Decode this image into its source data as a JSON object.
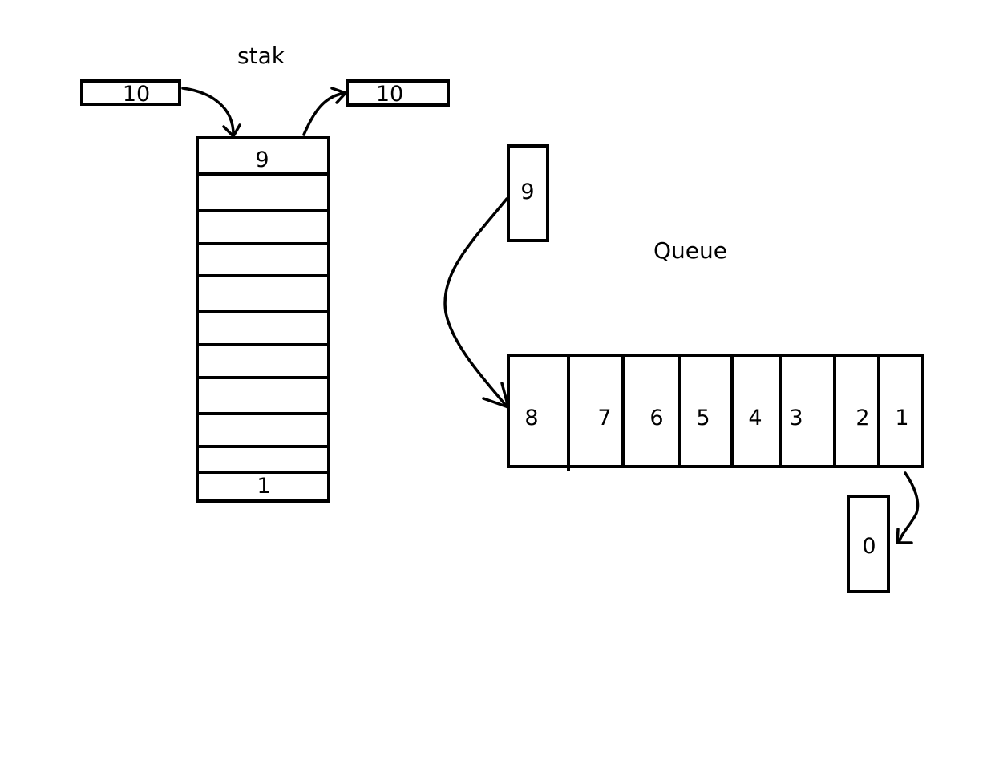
{
  "stack": {
    "title": "stak",
    "push_value": "10",
    "pop_value": "10",
    "top_cell": "9",
    "bottom_cell": "1"
  },
  "queue": {
    "title": "Queue",
    "enqueue_value": "9",
    "dequeue_value": "0",
    "cells": [
      "8",
      "7",
      "6",
      "5",
      "4",
      "3",
      "2",
      "1"
    ]
  }
}
